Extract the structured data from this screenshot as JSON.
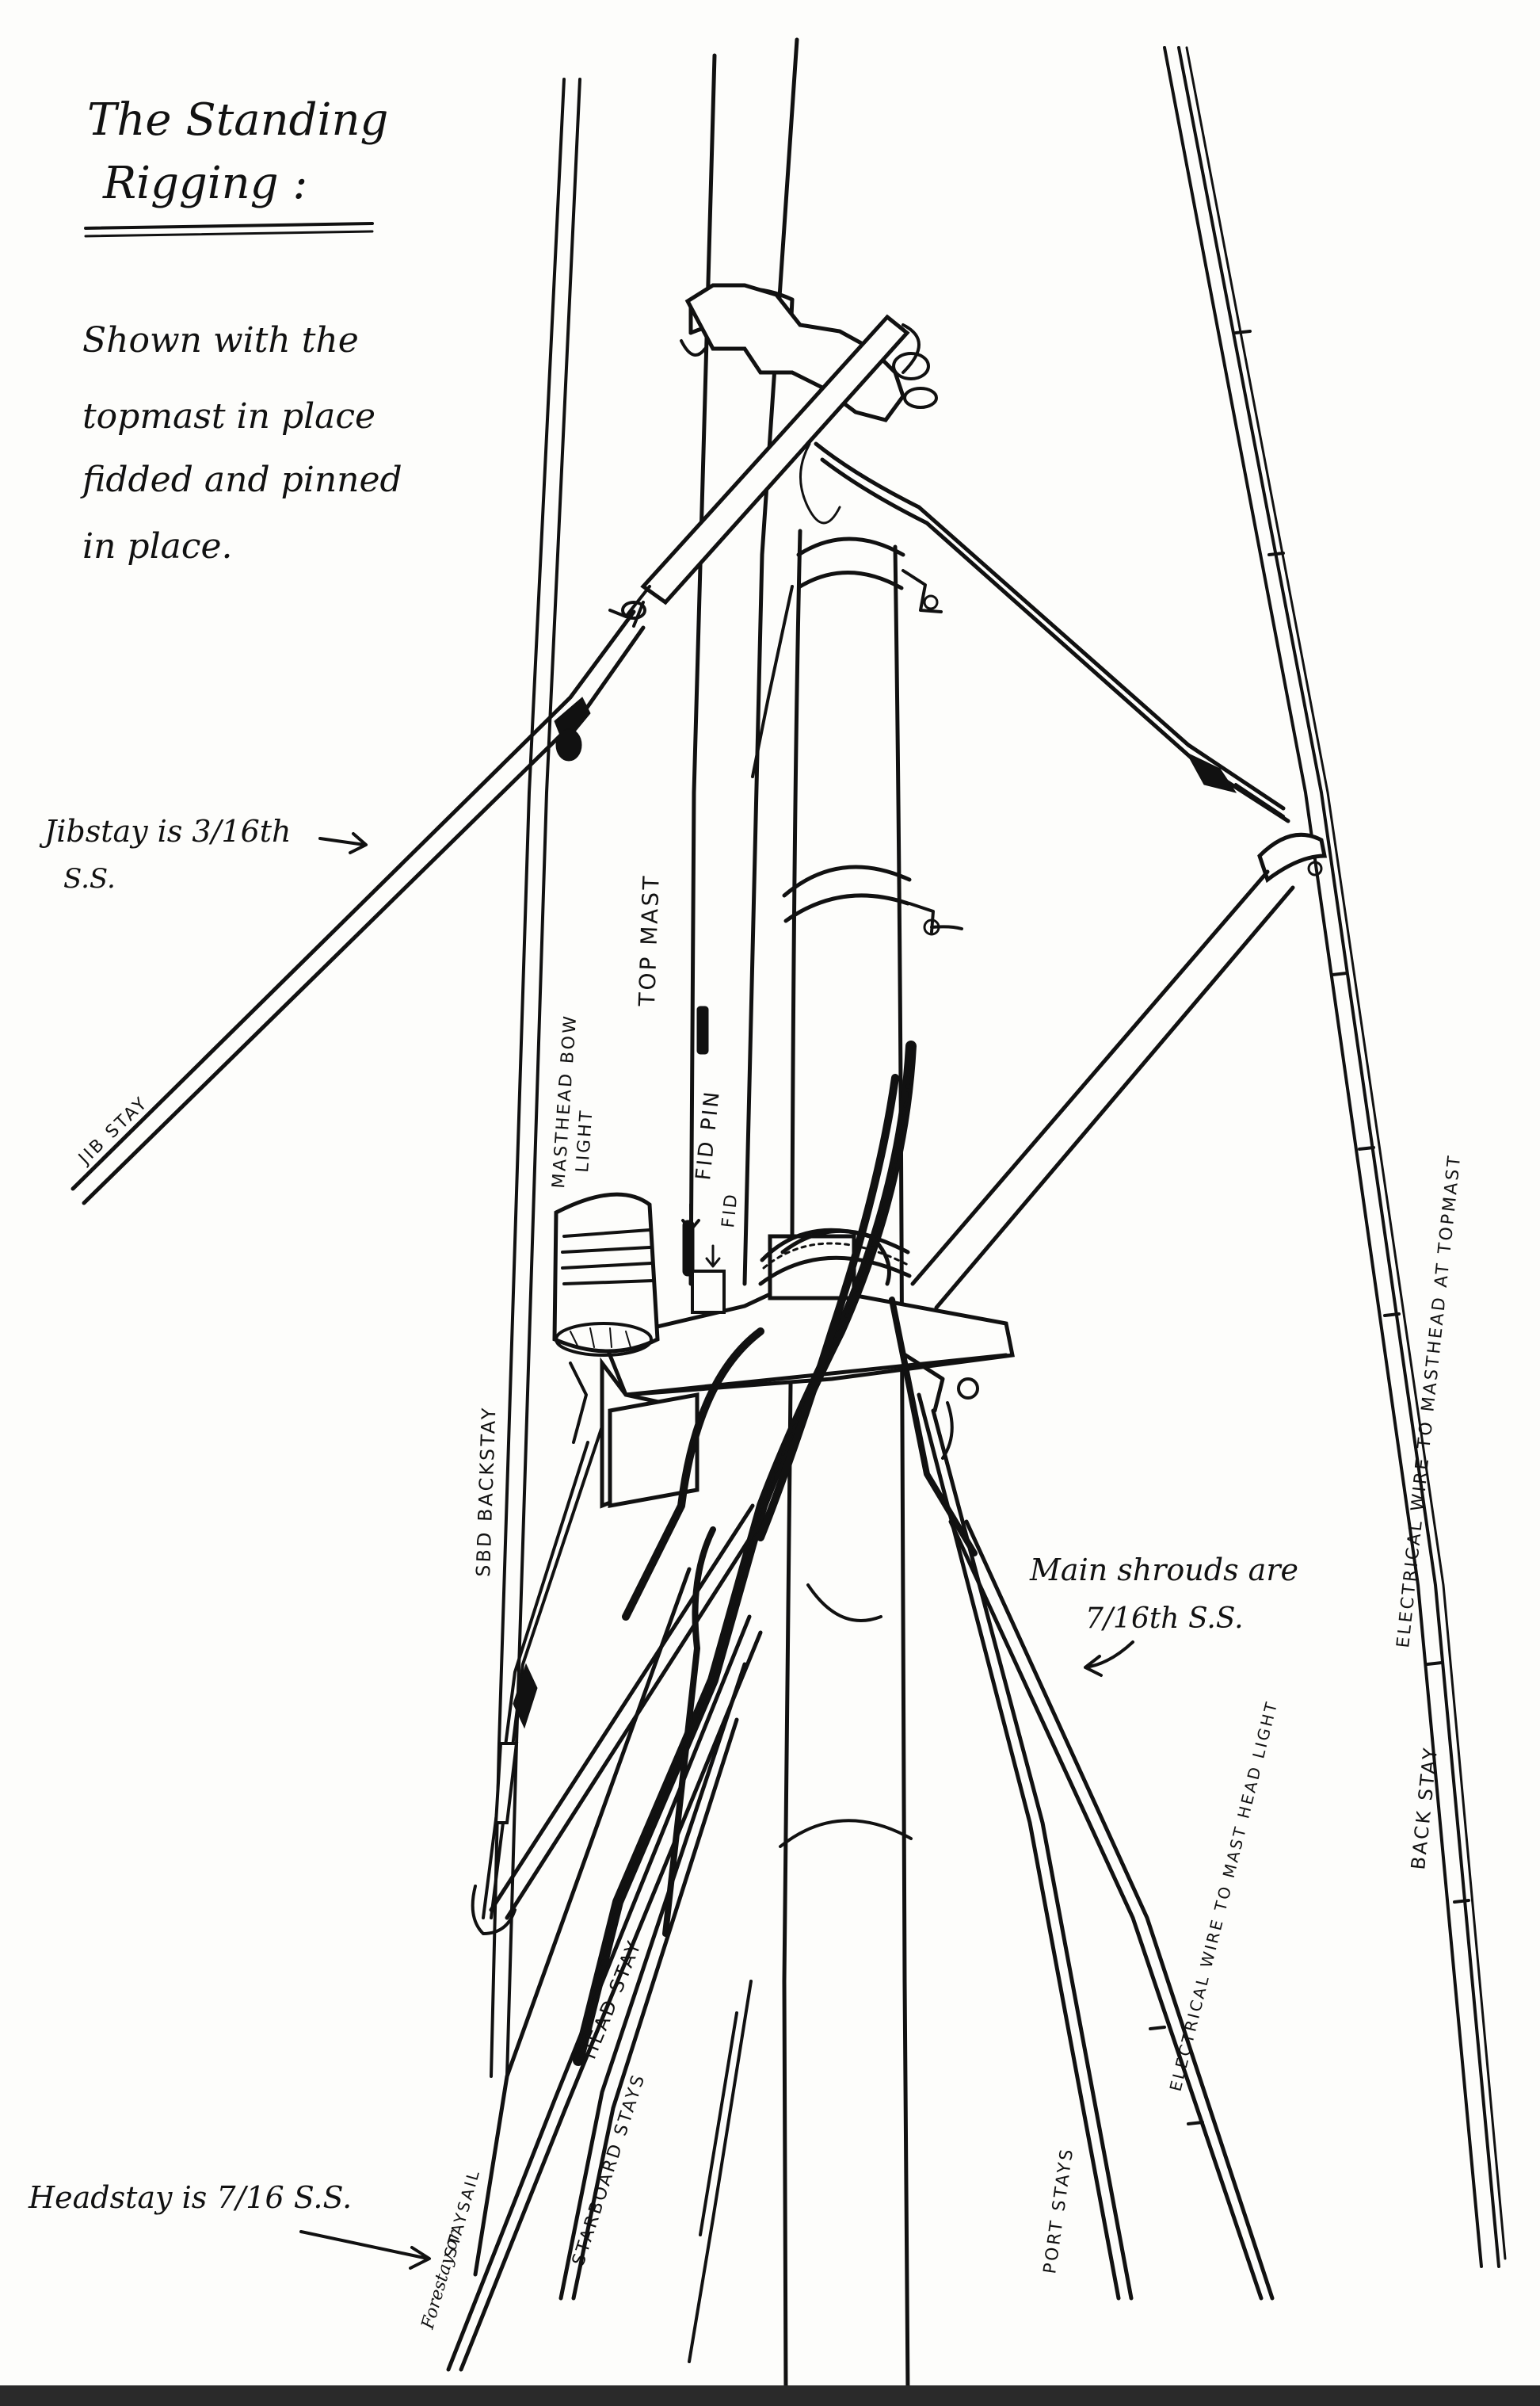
{
  "title": {
    "line1": "The Standing",
    "line2": "Rigging :"
  },
  "intro": {
    "line1": "Shown with the",
    "line2": "topmast in place",
    "line3": "fidded and pinned",
    "line4": "in place."
  },
  "notes": {
    "jibstay_line1": "Jibstay is 3/16th",
    "jibstay_line2": "S.S.",
    "main_shrouds_line1": "Main shrouds are",
    "main_shrouds_line2": "7/16th S.S.",
    "headstay": "Headstay is 7/16 S.S."
  },
  "labels": {
    "jib_stay": "JIB STAY",
    "top_mast": "TOP MAST",
    "masthead_bow_light_1": "MASTHEAD BOW",
    "masthead_bow_light_2": "LIGHT",
    "fid_pin": "FID PIN",
    "fid": "FID",
    "sbd_backstay": "SBD BACKSTAY",
    "head_stay": "HEAD STAY",
    "forestay_1": "Forestay or",
    "forestay_2": "STAYSAIL",
    "starboard_stays": "STARBOARD STAYS",
    "port_stays": "PORT STAYS",
    "electrical_wire_masthead_light": "ELECTRICAL WIRE TO MAST HEAD LIGHT",
    "back_stay": "BACK STAY",
    "electrical_wire_topmast": "ELECTRICAL WIRE TO MASTHEAD AT TOPMAST"
  },
  "colors": {
    "ink": "#111111",
    "paper": "#fdfdfb",
    "border": "#2a2a2a"
  }
}
